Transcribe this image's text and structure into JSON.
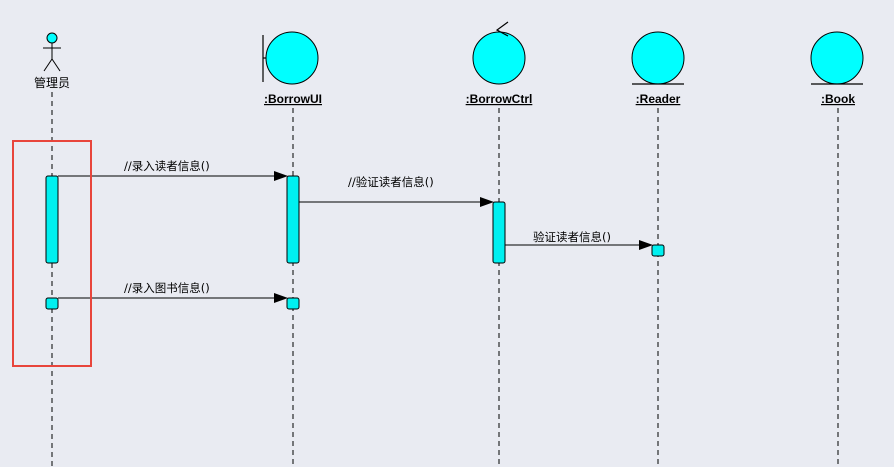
{
  "participants": {
    "admin": {
      "label": "管理员",
      "kind": "actor"
    },
    "borrow_ui": {
      "label": ":BorrowUI",
      "kind": "boundary"
    },
    "borrow_ctrl": {
      "label": ":BorrowCtrl",
      "kind": "control"
    },
    "reader": {
      "label": ":Reader",
      "kind": "entity"
    },
    "book": {
      "label": ":Book",
      "kind": "entity"
    }
  },
  "messages": {
    "m1": {
      "label": "//录入读者信息()",
      "from": "admin",
      "to": "borrow_ui"
    },
    "m2": {
      "label": "//验证读者信息()",
      "from": "borrow_ui",
      "to": "borrow_ctrl"
    },
    "m3": {
      "label": "验证读者信息()",
      "from": "borrow_ctrl",
      "to": "reader"
    },
    "m4": {
      "label": "//录入图书信息()",
      "from": "admin",
      "to": "borrow_ui"
    }
  },
  "colors": {
    "background": "#e9ebf2",
    "object_fill": "#00ffff",
    "activation_fill": "#00f0f0",
    "highlight_box": "#e8453c",
    "line": "#000000"
  },
  "highlight": {
    "target": "admin"
  }
}
